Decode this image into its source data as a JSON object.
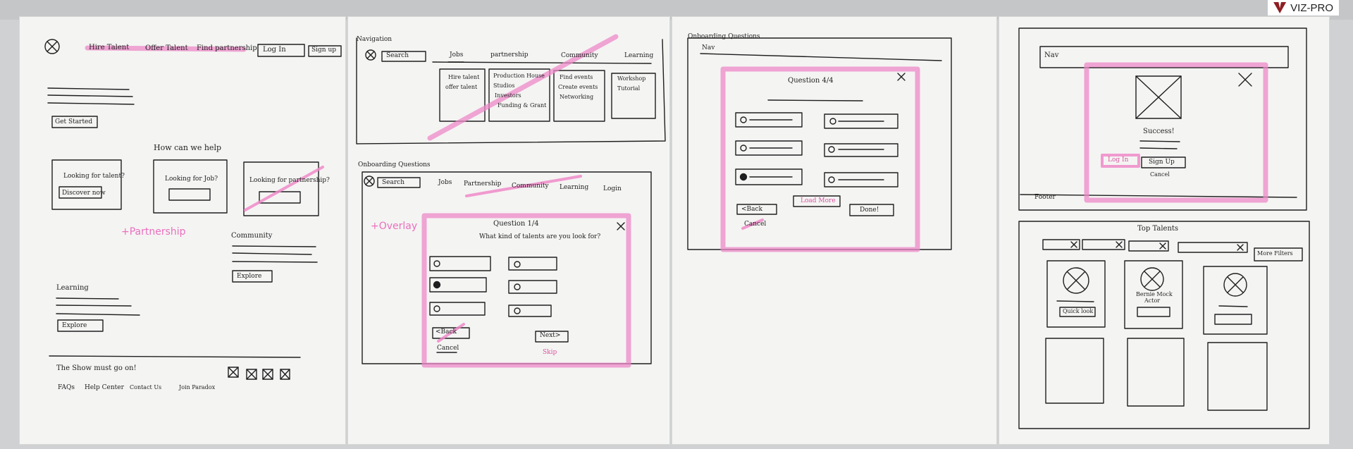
{
  "brand": {
    "name": "VIZ-PRO",
    "accent": "#8d1f23"
  },
  "colors": {
    "paper": "#f4f4f3",
    "ink": "#1f1f1f",
    "highlighter": "#ee89c8"
  },
  "sheet1": {
    "nav": {
      "hire": "Hire Talent",
      "offer": "Offer Talent",
      "partnership": "Find partnership",
      "login": "Log In",
      "signup": "Sign up"
    },
    "hero": {
      "cta": "Get Started"
    },
    "help": {
      "title": "How can we help",
      "card1": "Looking for talent?",
      "card1_btn": "Discover now",
      "card2": "Looking for Job?",
      "card3": "Looking for partnership?"
    },
    "note_partnership": "+Partnership",
    "community": {
      "title": "Community",
      "btn": "Explore"
    },
    "learning": {
      "title": "Learning",
      "btn": "Explore"
    },
    "footer": {
      "tagline": "The Show must go on!",
      "links": [
        "FAQs",
        "Help Center",
        "Contact Us",
        "Join Paradox"
      ]
    }
  },
  "sheet2": {
    "nav_title": "Navigation",
    "nav": {
      "search": "Search",
      "jobs": "Jobs",
      "partnership": "partnership",
      "community": "Community",
      "learning": "Learning"
    },
    "menus": {
      "jobs": [
        "Hire talent",
        "offer talent"
      ],
      "partnership": [
        "Production House",
        "Studios",
        "Investors",
        "Funding & Grant"
      ],
      "community": [
        "Find events",
        "Create events",
        "Networking"
      ],
      "learning": [
        "Workshop",
        "Tutorial"
      ]
    },
    "onb_title": "Onboarding Questions",
    "onb_nav": {
      "search": "Search",
      "jobs": "Jobs",
      "partnership": "Partnership",
      "community": "Community",
      "learning": "Learning",
      "login": "Login"
    },
    "overlay_note": "+Overlay",
    "modal": {
      "title": "Question 1/4",
      "subtitle": "What kind of talents are you look for?",
      "back": "<Back",
      "next": "Next>",
      "cancel": "Cancel",
      "skip": "Skip"
    }
  },
  "sheet3": {
    "title": "Onboarding Questions",
    "nav": "Nav",
    "modal": {
      "title": "Question 4/4",
      "load_more": "Load More",
      "back": "<Back",
      "done": "Done!",
      "cancel": "Cancel"
    }
  },
  "sheet4": {
    "nav": "Nav",
    "success": {
      "title": "Success!",
      "login": "Log In",
      "signup": "Sign Up",
      "cancel": "Cancel"
    },
    "footer": "Footer",
    "talents": {
      "title": "Top Talents",
      "more": "More Filters",
      "quick": "Quick look",
      "name": "Bernie Mock",
      "role": "Actor"
    }
  }
}
